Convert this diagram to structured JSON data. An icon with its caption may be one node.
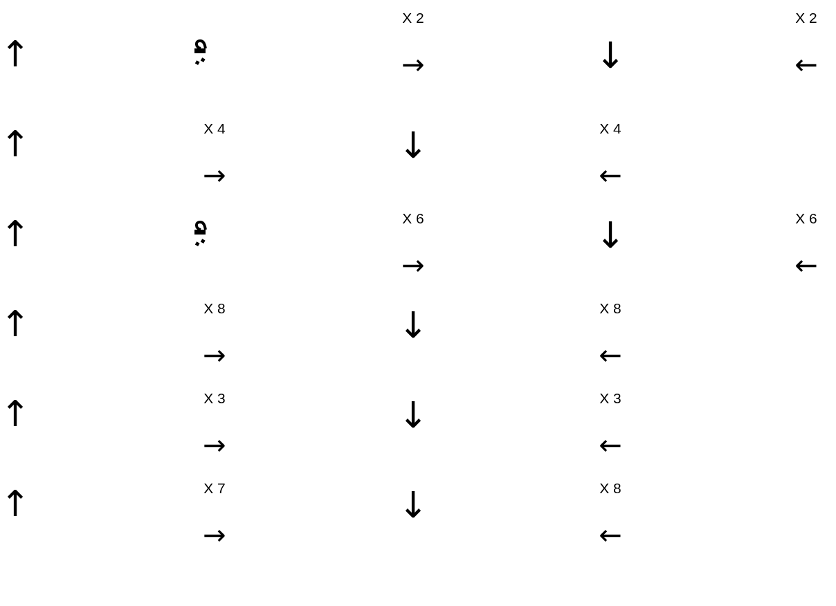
{
  "diagram": {
    "labels": [
      "↑",
      "X 2",
      "→",
      "↓",
      "X 2",
      "←",
      "↑",
      "X 4",
      "→",
      "↓",
      "X 4",
      "←",
      "↑",
      "X 6",
      "→",
      "↓",
      "X 6",
      "←",
      "↑",
      "X 8",
      "→",
      "↓",
      "X 8",
      "←",
      "↑",
      "X 3",
      "→",
      "↓",
      "X 3",
      "←",
      "↑",
      "X 7",
      "→",
      "↓",
      "X 8",
      "←"
    ]
  }
}
